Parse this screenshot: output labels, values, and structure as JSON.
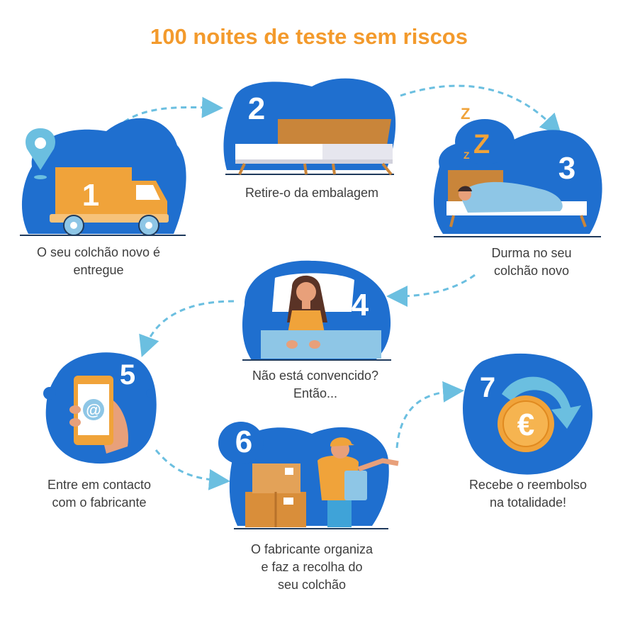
{
  "title": "100 noites de teste sem riscos",
  "steps": [
    {
      "number": "1",
      "caption_lines": [
        "O seu colchão novo é",
        "entregue"
      ]
    },
    {
      "number": "2",
      "caption_lines": [
        "Retire-o da embalagem"
      ]
    },
    {
      "number": "3",
      "caption_lines": [
        "Durma no seu",
        "colchão novo"
      ]
    },
    {
      "number": "4",
      "caption_lines": [
        "Não está convencido?",
        "Então..."
      ]
    },
    {
      "number": "5",
      "caption_lines": [
        "Entre em contacto",
        "com o fabricante"
      ]
    },
    {
      "number": "6",
      "caption_lines": [
        "O fabricante organiza",
        "e faz a recolha do",
        "seu colchão"
      ]
    },
    {
      "number": "7",
      "caption_lines": [
        "Recebe o reembolso",
        "na totalidade!"
      ]
    }
  ],
  "icons": {
    "phone_symbol": "@",
    "currency_symbol": "€",
    "sleep_letters": [
      "Z",
      "Z",
      "Z"
    ]
  },
  "colors": {
    "title": "#f39a2c",
    "blob_blue": "#1f6fcf",
    "orange": "#f0a33a",
    "arrow": "#6bbfe0"
  }
}
